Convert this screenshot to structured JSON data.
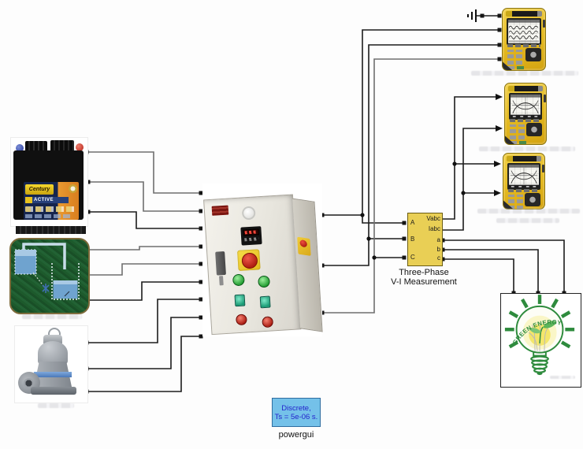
{
  "canvas": {
    "background": "#FDFDFD"
  },
  "vi_block": {
    "in_a": "A",
    "in_b": "B",
    "in_c": "C",
    "out_vabc": "Vabc",
    "out_iabc": "Iabc",
    "out_a": "a",
    "out_b": "b",
    "out_c": "c",
    "caption1": "Three-Phase",
    "caption2": "V-I Measurement",
    "fill": "#E9CF55"
  },
  "powergui": {
    "line1": "Discrete,",
    "line2": "Ts = 5e-06 s.",
    "label": "powergui",
    "fill": "#74C1E9",
    "text_color": "#2424CC"
  },
  "battery": {
    "brand": "Century",
    "active": "ACTIVE"
  },
  "green_energy": {
    "arc_text": "GREEN ENERGY",
    "accent": "#2E8B3D"
  },
  "icons": {
    "ground": "ground-symbol",
    "junction_dot": "wire-junction",
    "port_square": "block-port",
    "arrow": "signal-arrowhead"
  },
  "colors": {
    "wire_dark": "#1C1C1C",
    "wire_gray": "#6F6F6F",
    "analyzer_yellow": "#E7C438",
    "estop_red": "#B01F12",
    "indicator_green": "#1F9A2F"
  }
}
